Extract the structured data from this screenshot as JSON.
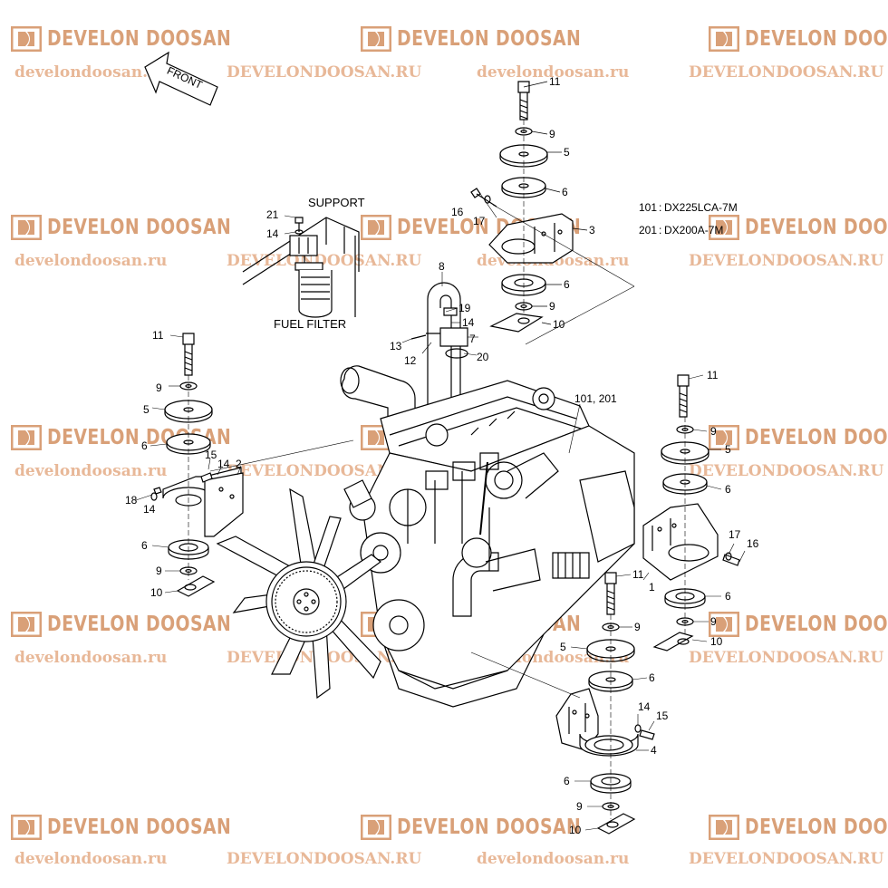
{
  "watermark": {
    "brand": "DEVELON DOOSAN",
    "url_lower": "develondoosan.ru",
    "url_upper": "DEVELONDOOSAN.RU",
    "color": "#d9a078"
  },
  "diagram": {
    "front_label": "FRONT",
    "support_label": "SUPPORT",
    "fuel_filter_label": "FUEL FILTER",
    "model_legend": [
      {
        "code": "101",
        "model": "DX225LCA-7M"
      },
      {
        "code": "201",
        "model": "DX200A-7M"
      }
    ],
    "callouts": {
      "c11": "11",
      "c9": "9",
      "c5": "5",
      "c6": "6",
      "c3": "3",
      "c10": "10",
      "c16": "16",
      "c17": "17",
      "c21": "21",
      "c14": "14",
      "c8": "8",
      "c19": "19",
      "c13": "13",
      "c7": "7",
      "c12": "12",
      "c20": "20",
      "c15": "15",
      "c2": "2",
      "c18": "18",
      "c1": "1",
      "c4": "4",
      "c101_201": "101, 201"
    }
  }
}
